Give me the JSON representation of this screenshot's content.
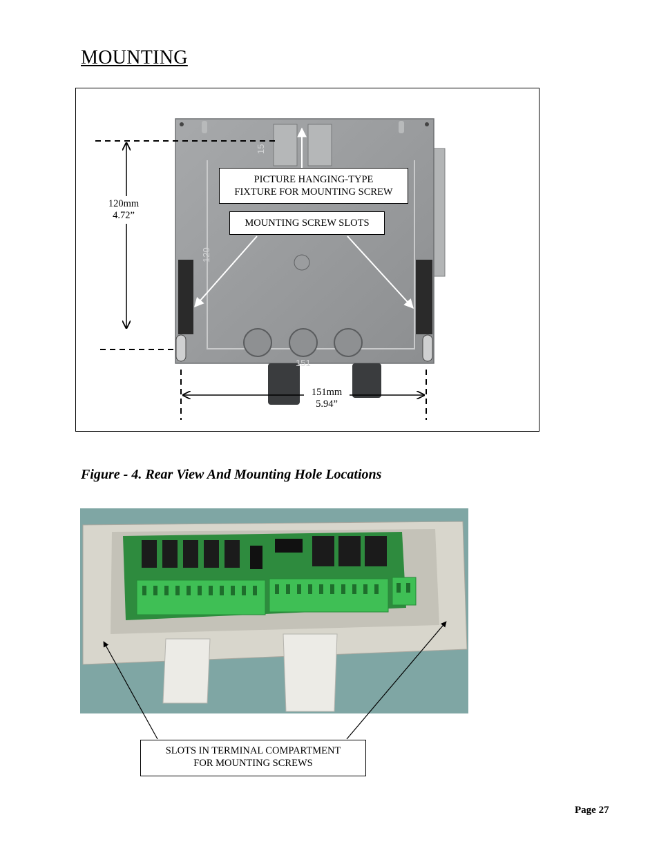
{
  "page": {
    "heading": "MOUNTING",
    "page_number": "Page 27"
  },
  "figure_rear": {
    "label_hanging_line1": "PICTURE HANGING-TYPE",
    "label_hanging_line2": "FIXTURE FOR MOUNTING SCREW",
    "label_slots": "MOUNTING SCREW SLOTS",
    "height_mm": "120mm",
    "height_in": "4.72”",
    "width_mm": "151mm",
    "width_in": "5.94”",
    "mold_mark_top": "15",
    "mold_mark_side": "120",
    "mold_mark_bottom": "151",
    "caption": "Figure - 4.  Rear View And Mounting Hole Locations"
  },
  "figure_terminal": {
    "label_line1": "SLOTS IN TERMINAL COMPARTMENT",
    "label_line2": "FOR MOUNTING SCREWS"
  },
  "colors": {
    "enclosure_gray": "#9a9c9e",
    "terminal_green": "#3fbf55",
    "pcb_green": "#2e8b3e",
    "box_beige": "#d8d6cc",
    "background_teal": "#7fa6a4"
  }
}
